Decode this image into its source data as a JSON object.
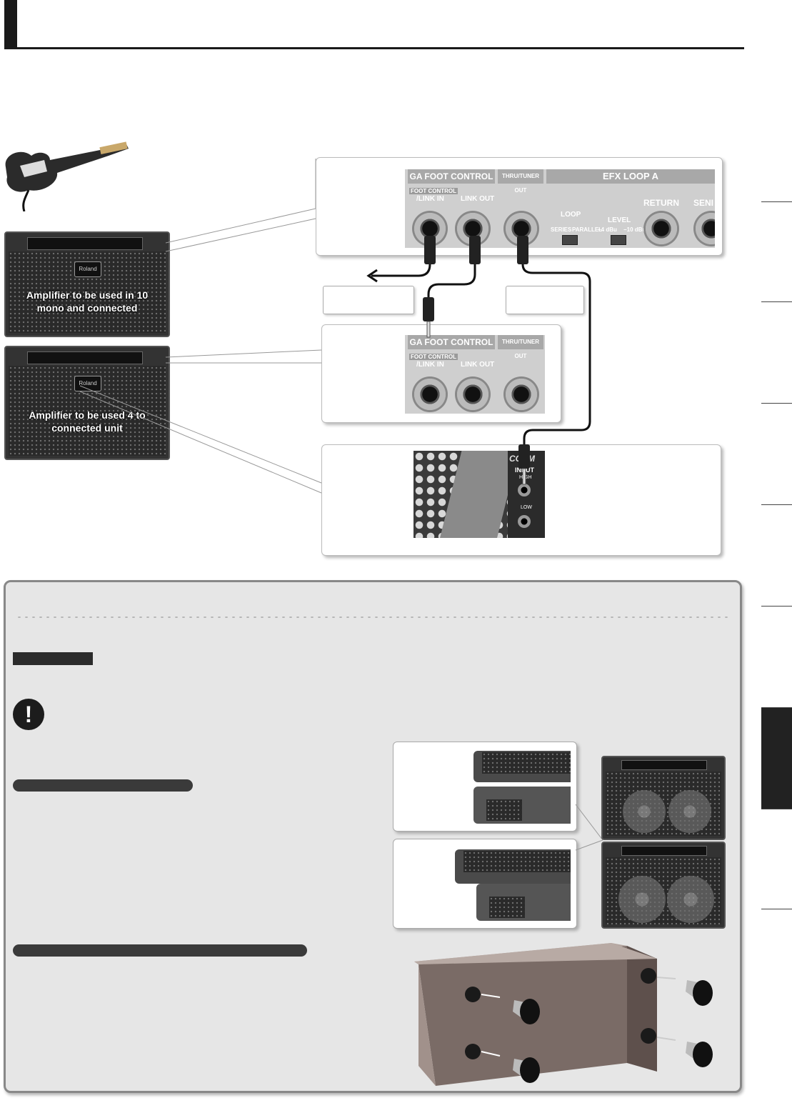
{
  "panels": {
    "ga_foot_control_label": "GA FOOT CONTROL",
    "foot_control_label": "FOOT CONTROL",
    "link_in_label": "/LINK IN",
    "link_out_label": "LINK OUT",
    "thru_tuner_out_label": "THRU/TUNER OUT",
    "efx_loop_a_label": "EFX LOOP A",
    "loop_label": "LOOP",
    "series_label": "SERIES",
    "parallel_label": "PARALLEL",
    "level_label": "LEVEL",
    "plus4_label": "+4 dBu",
    "minus10_label": "−10 dBu",
    "return_label": "RETURN",
    "send_label": "SENI"
  },
  "amps": {
    "upper_text": "Amplifier to be used in 10 mono and connected",
    "lower_text": "Amplifier to be used 4 to connected unit",
    "brand": "Roland"
  },
  "cosm_panel": {
    "brand": "COSM",
    "input_label": "INPUT",
    "high_label": "HIGH",
    "low_label": "LOW"
  },
  "colors": {
    "panel_bg": "#cfcfcf",
    "panel_head": "#a8a8a8",
    "notes_bg": "#e6e6e6",
    "dark": "#1a1a1a"
  }
}
